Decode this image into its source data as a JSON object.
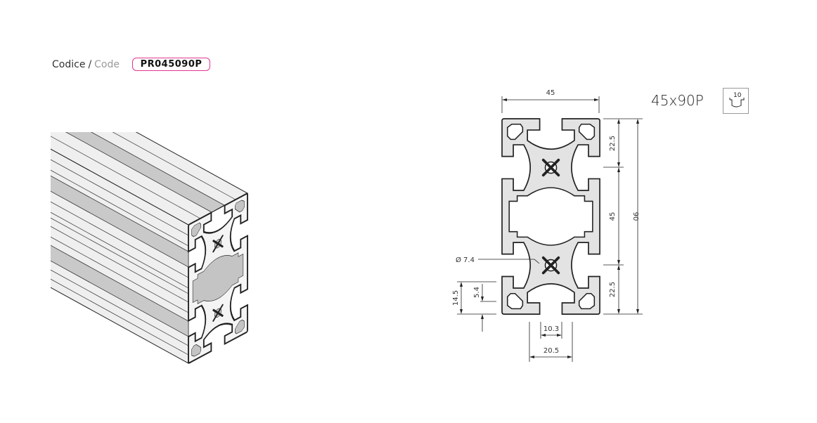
{
  "header": {
    "code_label_it": "Codice",
    "separator": "/",
    "code_label_en": "Code",
    "code_value": "PR045090P"
  },
  "profile": {
    "name": "45x90P",
    "slot_icon_label": "10",
    "slot_icon": "t-slot-nut-icon"
  },
  "dimensions": {
    "width": "45",
    "top_section": "22.5",
    "middle_section": "45",
    "bottom_section": "22.5",
    "height": "90",
    "hole_diameter": "Ø 7.4",
    "slot_depth": "14.5",
    "slot_lip": "5.4",
    "slot_opening": "10.3",
    "slot_width": "20.5"
  },
  "colors": {
    "accent": "#e0368f",
    "profile_fill": "#e3e3e3",
    "line": "#222222"
  }
}
